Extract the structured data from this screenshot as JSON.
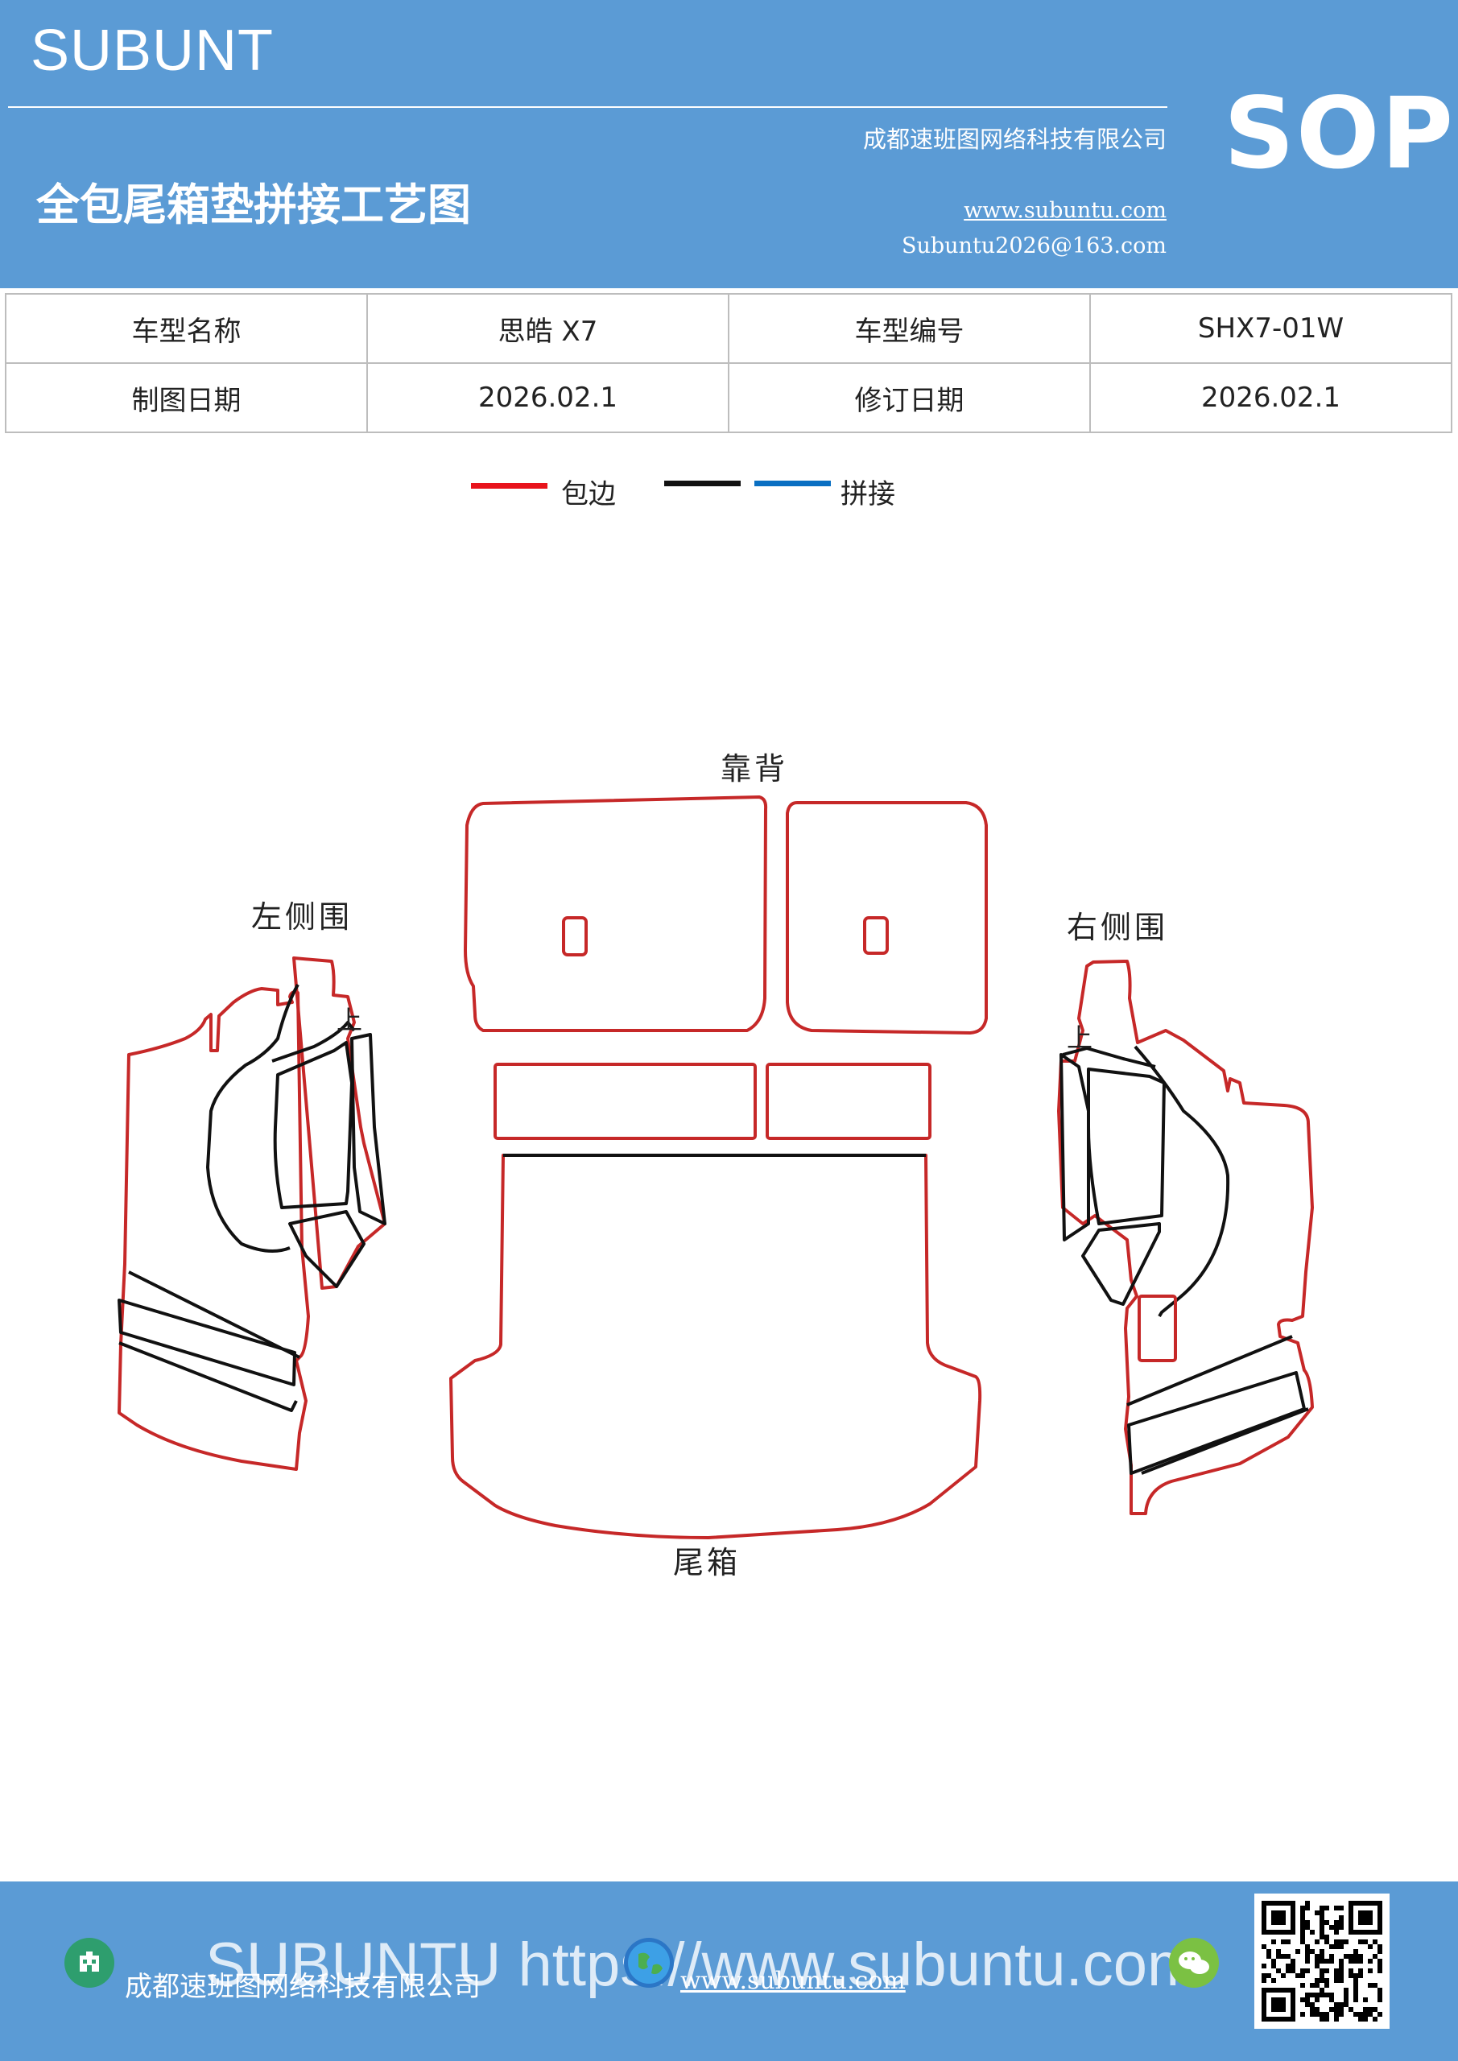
{
  "header": {
    "brand": "SUBUNT",
    "title": "全包尾箱垫拼接工艺图",
    "company": "成都速班图网络科技有限公司",
    "website": "www.subuntu.com",
    "email": "Subuntu2026@163.com",
    "badge": "SOP"
  },
  "info_table": [
    [
      {
        "label": "车型名称"
      },
      {
        "value": "思皓 X7"
      },
      {
        "label": "车型编号"
      },
      {
        "value": "SHX7-01W"
      }
    ],
    [
      {
        "label": "制图日期"
      },
      {
        "value": "2026.02.1"
      },
      {
        "label": "修订日期"
      },
      {
        "value": "2026.02.1"
      }
    ]
  ],
  "legend": {
    "edge_label": "包边",
    "splice_label": "拼接",
    "colors": {
      "edge": "#e8141c",
      "splice_black": "#111111",
      "splice_blue": "#0a6fc2"
    }
  },
  "diagram": {
    "back_label": "靠背",
    "left_label": "左侧围",
    "right_label": "右侧围",
    "trunk_label": "尾箱",
    "up_mark": "上",
    "colors": {
      "outline": "#c62828",
      "seam": "#111111"
    }
  },
  "footer": {
    "company": "成都速班图网络科技有限公司",
    "website": "www.subuntu.com",
    "watermark": "SUBUNTU https://www.subuntu.com",
    "icons": [
      "building-icon",
      "globe-icon",
      "wechat-icon",
      "qr-code"
    ]
  }
}
